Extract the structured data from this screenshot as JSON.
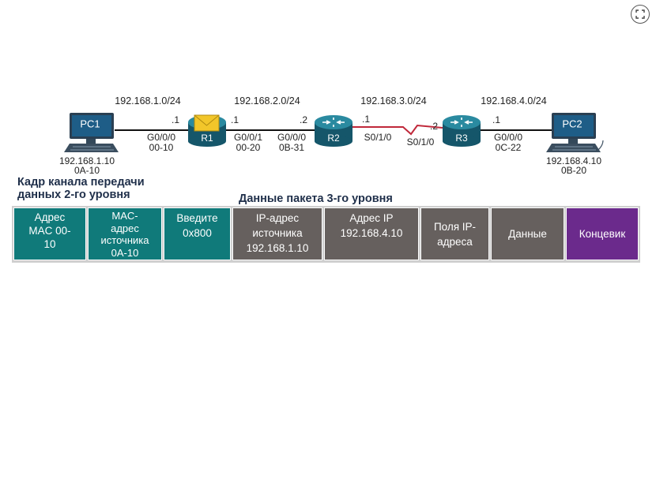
{
  "networks": [
    "192.168.1.0/24",
    "192.168.2.0/24",
    "192.168.3.0/24",
    "192.168.4.0/24"
  ],
  "devices": {
    "pc1": {
      "name": "PC1",
      "ip": "192.168.1.10",
      "mac": "0A-10"
    },
    "pc2": {
      "name": "PC2",
      "ip": "192.168.4.10",
      "mac": "0B-20"
    },
    "r1": {
      "name": "R1"
    },
    "r2": {
      "name": "R2"
    },
    "r3": {
      "name": "R3"
    }
  },
  "interfaces": {
    "r1_left": {
      "octet": ".1",
      "name": "G0/0/0",
      "mac": "00-10"
    },
    "r1_right": {
      "octet": ".1",
      "name": "G0/0/1",
      "mac": "00-20"
    },
    "r2_left": {
      "octet": ".2",
      "name": "G0/0/0",
      "mac": "0B-31"
    },
    "r2_right": {
      "octet": ".1",
      "name": "S0/1/0"
    },
    "r3_left": {
      "octet": ".2",
      "name": "S0/1/0"
    },
    "r3_right": {
      "octet": ".1",
      "name": "G0/0/0",
      "mac": "0C-22"
    }
  },
  "headings": {
    "l2_line1": "Кадр канала передачи",
    "l2_line2": "данных 2-го уровня",
    "l3": "Данные пакета 3-го уровня"
  },
  "frame_fields": {
    "dst_mac": [
      "Адрес",
      "MAC 00-",
      "10"
    ],
    "src_mac": [
      "MAC-",
      "адрес",
      "источника",
      "0A-10"
    ],
    "type": [
      "Введите",
      "0x800"
    ],
    "src_ip": [
      "IP-адрес",
      "источника",
      "192.168.1.10"
    ],
    "dst_ip": [
      "Адрес IP",
      "192.168.4.10"
    ],
    "ip_fields": [
      "Поля IP-",
      "адреса"
    ],
    "data": [
      "Данные"
    ],
    "trailer": [
      "Концевик"
    ]
  },
  "colors": {
    "l2": "#107a7a",
    "l3": "#66605e",
    "trailer": "#6b2a8c",
    "router": "#1a6f7f",
    "serial_link": "#c0283a",
    "envelope": "#f2c62a"
  },
  "icons": {
    "routers": "router-icon",
    "pcs": "pc-icon",
    "packet": "envelope-icon",
    "fullscreen": "fullscreen-icon"
  }
}
